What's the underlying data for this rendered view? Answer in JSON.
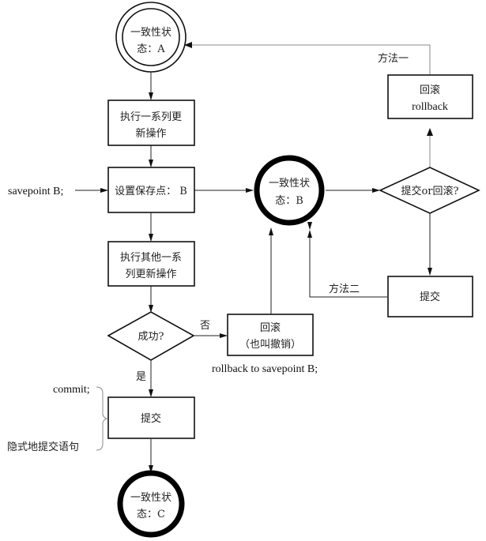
{
  "nodes": {
    "state_a": {
      "line1": "一致性状",
      "line2": "态：A"
    },
    "step1": {
      "line1": "执行一系列更",
      "line2": "新操作"
    },
    "savepoint": {
      "label": "设置保存点： B"
    },
    "step2": {
      "line1": "执行其他一系",
      "line2": "列更新操作"
    },
    "success": {
      "label": "成功?"
    },
    "rollback_sp": {
      "line1": "回滚",
      "line2": "（也叫撤销）"
    },
    "state_b": {
      "line1": "一致性状",
      "line2": "态：B"
    },
    "decision": {
      "label": "提交or回滚?"
    },
    "rollback": {
      "line1": "回滚",
      "line2": "rollback"
    },
    "commit_right": {
      "label": "提交"
    },
    "commit_main": {
      "label": "提交"
    },
    "state_c": {
      "line1": "一致性状",
      "line2": "态：C"
    }
  },
  "labels": {
    "savepoint_stmt": "savepoint B;",
    "no": "否",
    "yes": "是",
    "rollback_stmt": "rollback to savepoint B;",
    "method1": "方法一",
    "method2": "方法二",
    "commit_stmt": "commit;",
    "implicit_commit": "隐式地提交语句"
  }
}
